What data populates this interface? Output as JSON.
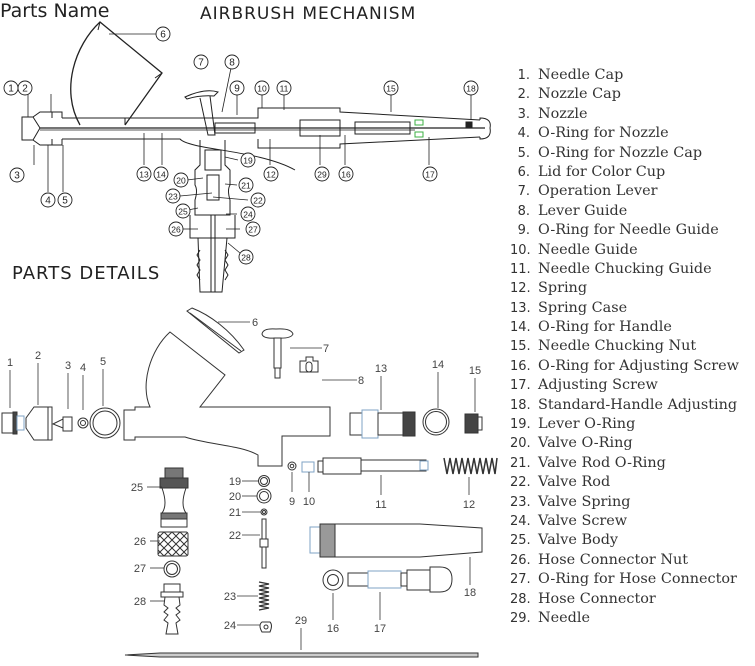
{
  "titles": {
    "mechanism": "AIRBRUSH MECHANISM",
    "details": "PARTS DETAILS",
    "parts_name": "Parts Name"
  },
  "parts": [
    {
      "num": "1.",
      "name": "Needle Cap"
    },
    {
      "num": "2.",
      "name": "Nozzle Cap"
    },
    {
      "num": "3.",
      "name": "Nozzle"
    },
    {
      "num": "4.",
      "name": "O-Ring for Nozzle"
    },
    {
      "num": "5.",
      "name": "O-Ring for Nozzle Cap"
    },
    {
      "num": "6.",
      "name": "Lid for Color Cup"
    },
    {
      "num": "7.",
      "name": "Operation Lever"
    },
    {
      "num": "8.",
      "name": "Lever Guide"
    },
    {
      "num": "9.",
      "name": "O-Ring for Needle Guide"
    },
    {
      "num": "10.",
      "name": "Needle Guide"
    },
    {
      "num": "11.",
      "name": "Needle Chucking Guide"
    },
    {
      "num": "12.",
      "name": "Spring"
    },
    {
      "num": "13.",
      "name": "Spring Case"
    },
    {
      "num": "14.",
      "name": "O-Ring for Handle"
    },
    {
      "num": "15.",
      "name": "Needle Chucking Nut"
    },
    {
      "num": "16.",
      "name": "O-Ring for Adjusting Screw"
    },
    {
      "num": "17.",
      "name": "Adjusting Screw"
    },
    {
      "num": "18.",
      "name": "Standard-Handle Adjusting"
    },
    {
      "num": "19.",
      "name": "Lever O-Ring"
    },
    {
      "num": "20.",
      "name": "Valve O-Ring"
    },
    {
      "num": "21.",
      "name": "Valve Rod O-Ring"
    },
    {
      "num": "22.",
      "name": "Valve Rod"
    },
    {
      "num": "23.",
      "name": "Valve Spring"
    },
    {
      "num": "24.",
      "name": "Valve Screw"
    },
    {
      "num": "25.",
      "name": "Valve Body"
    },
    {
      "num": "26.",
      "name": "Hose Connector Nut"
    },
    {
      "num": "27.",
      "name": "O-Ring for Hose Connector"
    },
    {
      "num": "28.",
      "name": "Hose Connector"
    },
    {
      "num": "29.",
      "name": "Needle"
    }
  ],
  "mechanism_callouts": [
    "1",
    "2",
    "3",
    "4",
    "5",
    "6",
    "7",
    "8",
    "9",
    "10",
    "11",
    "12",
    "13",
    "14",
    "15",
    "16",
    "17",
    "18",
    "19",
    "20",
    "21",
    "22",
    "23",
    "24",
    "25",
    "26",
    "27",
    "28",
    "29"
  ],
  "detail_labels": [
    "1",
    "2",
    "3",
    "4",
    "5",
    "6",
    "7",
    "8",
    "9",
    "10",
    "11",
    "12",
    "13",
    "14",
    "15",
    "16",
    "17",
    "18",
    "19",
    "20",
    "21",
    "22",
    "23",
    "24",
    "25",
    "26",
    "27",
    "28",
    "29"
  ],
  "colors": {
    "line": "#222222",
    "accent_blue": "#7fa3c6",
    "accent_green": "#3cb043"
  }
}
